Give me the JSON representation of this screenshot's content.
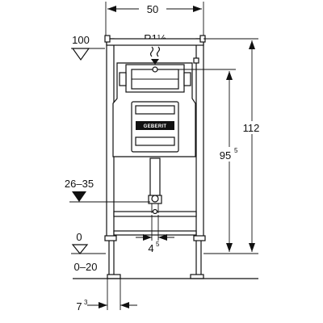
{
  "dimensions": {
    "width_top": "50",
    "thread": "R1½",
    "height_total": "112",
    "height_inlet": "95",
    "height_inlet_sup": "5",
    "pipe_offset": "4",
    "pipe_offset_sup": "5",
    "foot_offset": "7",
    "foot_offset_sup": "3"
  },
  "levels": {
    "top_reference": "100",
    "cistern_range": "26–35",
    "floor": "0",
    "floor_range": "0–20"
  },
  "brand": "GEBERIT"
}
